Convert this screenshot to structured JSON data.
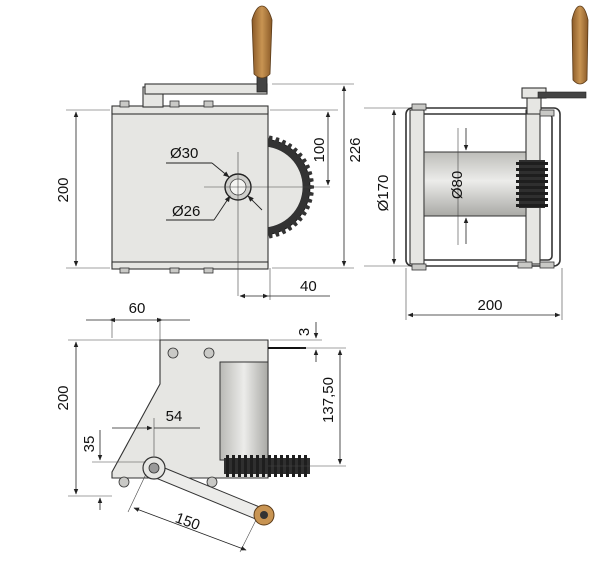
{
  "dimensions": {
    "front_height": "200",
    "front_dia_30": "Ø30",
    "front_dia_26": "Ø26",
    "front_100": "100",
    "front_226": "226",
    "front_40": "40",
    "side_dia_170": "Ø170",
    "side_dia_80": "Ø80",
    "side_200": "200",
    "top_60": "60",
    "top_3": "3",
    "top_200": "200",
    "top_137": "137,50",
    "top_54": "54",
    "top_35": "35",
    "top_150": "150"
  },
  "colors": {
    "body": "#e6e6e3",
    "drum": "#d3d3d0",
    "gear": "#333333",
    "handle_wood": "#b07a3c",
    "line": "#222222"
  }
}
